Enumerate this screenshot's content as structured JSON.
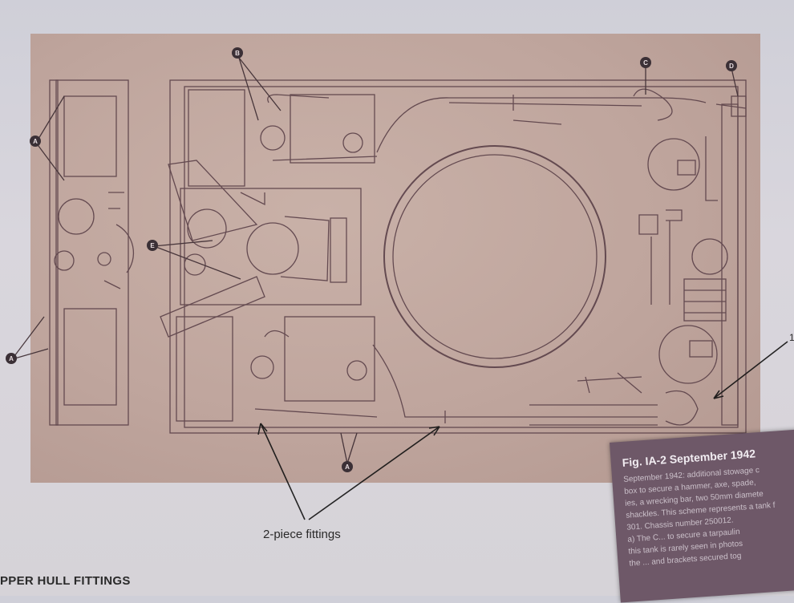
{
  "labels": {
    "fittings": "2-piece fittings",
    "hull_title": "PPER HULL FITTINGS",
    "one": "1"
  },
  "callouts": {
    "b": "B",
    "c": "C",
    "d": "D",
    "e": "E",
    "a": "A"
  },
  "caption": {
    "title": "Fig. IA-2 September 1942",
    "lines": [
      "September 1942: additional stowage c",
      "box to secure a hammer, axe, spade,",
      "ies, a wrecking bar, two 50mm diamete",
      "shackles. This scheme represents a tank f",
      "301. Chassis number 250012.",
      "a) The C... to secure a tarpaulin",
      "this tank is rarely seen in photos",
      "the ... and brackets secured tog"
    ]
  },
  "colors": {
    "paper": "#bfa59d",
    "ink": "#5a4048",
    "caption_bg": "#6e5868"
  }
}
